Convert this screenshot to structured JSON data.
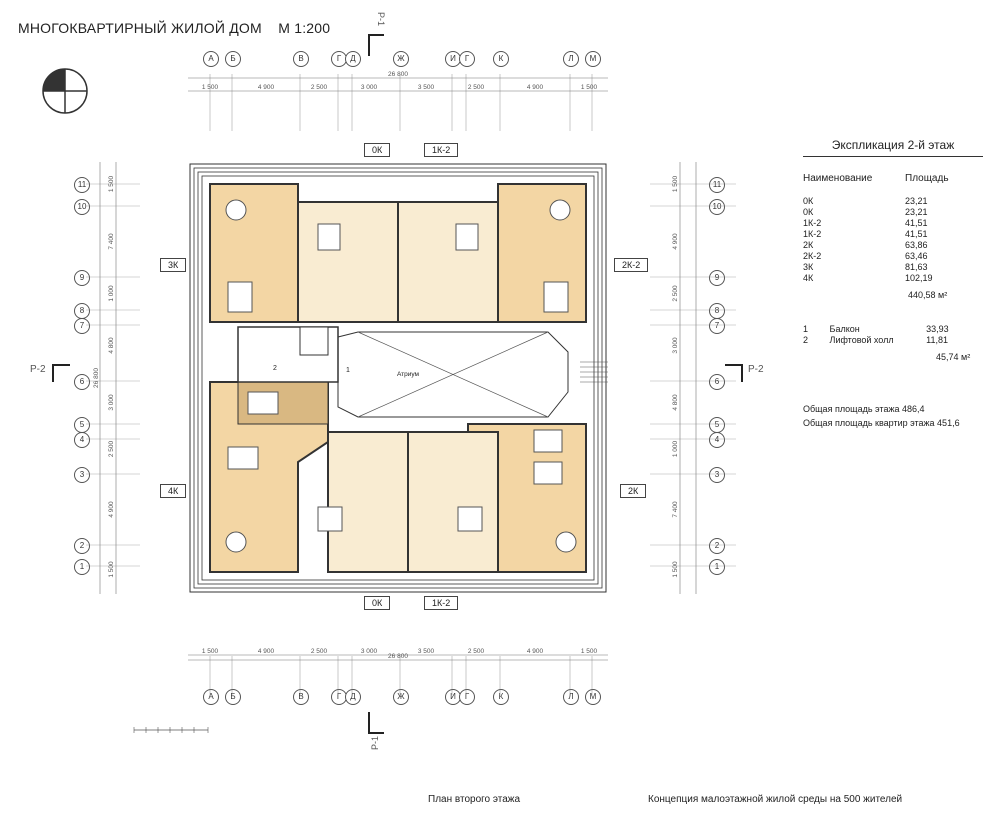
{
  "title": "МНОГОКВАРТИРНЫЙ ЖИЛОЙ ДОМ",
  "scale": "М 1:200",
  "section_marks": {
    "p1": "Р-1",
    "p2": "Р-2"
  },
  "axes_top": [
    "А",
    "Б",
    "В",
    "Г",
    "Д",
    "Ж",
    "И",
    "Г",
    "К",
    "Л",
    "М"
  ],
  "axes_side": [
    "11",
    "10",
    "9",
    "8",
    "7",
    "6",
    "5",
    "4",
    "3",
    "2",
    "1"
  ],
  "dims_top": [
    "1 500",
    "4 900",
    "2 500",
    "3 000",
    "3 500",
    "2 500",
    "4 900",
    "1 500"
  ],
  "overall_dim": "26 800",
  "dims_side_left": [
    "1 500",
    "7 400",
    "1 000",
    "4 800",
    "3 000",
    "2 500",
    "4 900",
    "1 500"
  ],
  "dims_side_right": [
    "1 500",
    "4 900",
    "2 500",
    "3 000",
    "4 800",
    "1 000",
    "7 400",
    "1 500"
  ],
  "apartment_tags": {
    "top_left": "0К",
    "top_right": "1К-2",
    "bottom_left": "0К",
    "bottom_right": "1К-2",
    "left_top": "3К",
    "left_bottom": "4К",
    "right_top": "2К-2",
    "right_bottom": "2К"
  },
  "plan_labels": {
    "atrium": "Атриум",
    "num1": "1",
    "num2": "2"
  },
  "legend": {
    "title": "Экспликация 2-й этаж",
    "head_name": "Наименование",
    "head_area": "Площадь",
    "apartments": [
      {
        "name": "0К",
        "area": "23,21"
      },
      {
        "name": "0К",
        "area": "23,21"
      },
      {
        "name": "1К-2",
        "area": "41,51"
      },
      {
        "name": "1К-2",
        "area": "41,51"
      },
      {
        "name": "2К",
        "area": "63,86"
      },
      {
        "name": "2К-2",
        "area": "63,46"
      },
      {
        "name": "3К",
        "area": "81,63"
      },
      {
        "name": "4К",
        "area": "102,19"
      }
    ],
    "apartments_total": "440,58 м²",
    "common": [
      {
        "n": "1",
        "name": "Балкон",
        "area": "33,93"
      },
      {
        "n": "2",
        "name": "Лифтовой холл",
        "area": "11,81"
      }
    ],
    "common_total": "45,74 м²",
    "floor_total": "Общая площадь этажа 486,4",
    "apartments_floor_total": "Общая площадь квартир этажа  451,6"
  },
  "footer": {
    "caption": "План второго этажа",
    "project": "Концепция малоэтажной жилой среды на 500 жителей"
  },
  "colors": {
    "warm": "#f3d6a4",
    "light": "#f9ecd2",
    "dark": "#d9b882",
    "wall": "#333333"
  }
}
